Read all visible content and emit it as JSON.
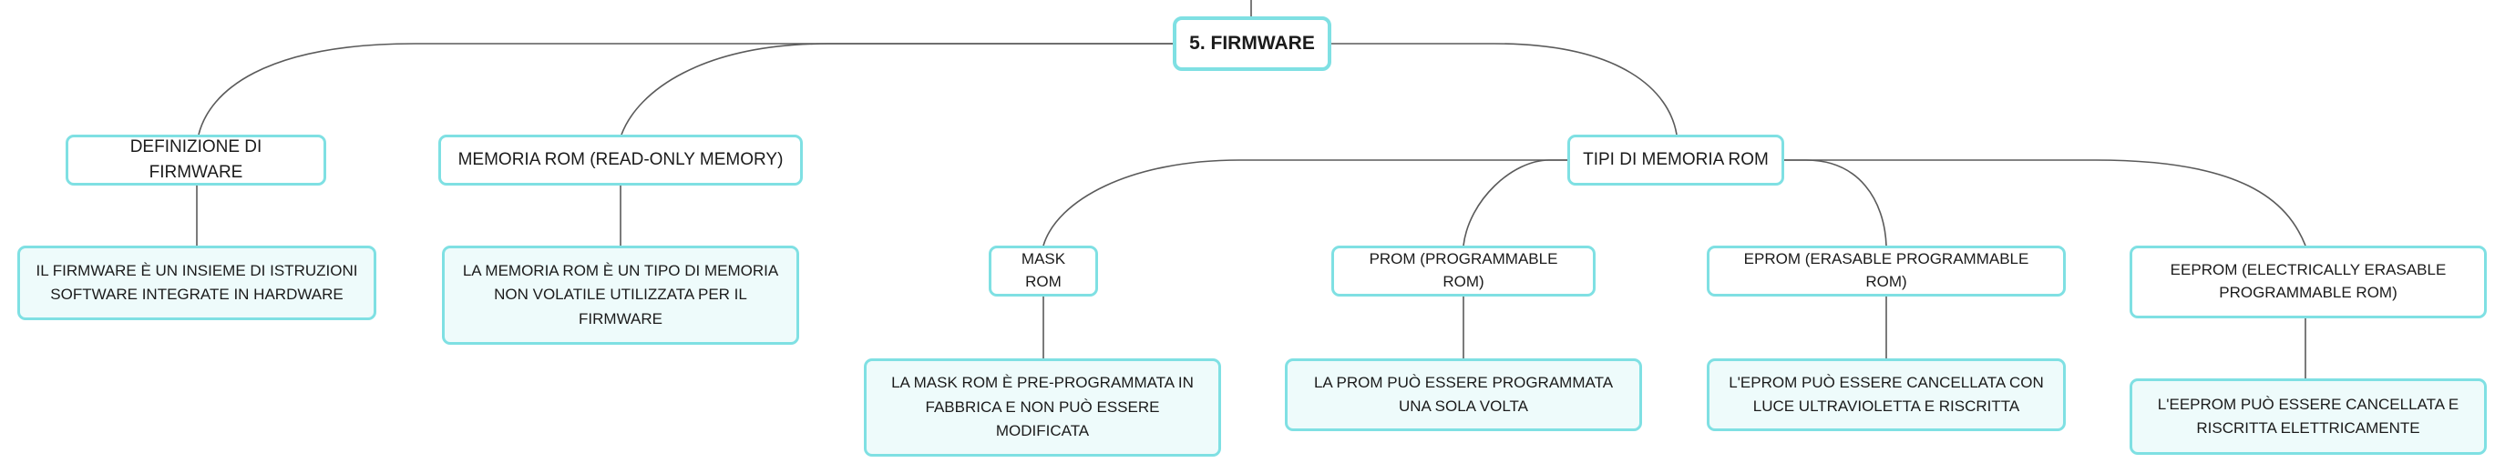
{
  "diagram": {
    "root": {
      "label": "5. FIRMWARE"
    },
    "branches": [
      {
        "label": "DEFINIZIONE DI FIRMWARE",
        "detail": "IL FIRMWARE È UN INSIEME DI ISTRUZIONI SOFTWARE INTEGRATE IN HARDWARE"
      },
      {
        "label": "MEMORIA ROM (READ-ONLY MEMORY)",
        "detail": "LA MEMORIA ROM È UN TIPO DI MEMORIA NON VOLATILE UTILIZZATA PER IL FIRMWARE"
      },
      {
        "label": "TIPI DI MEMORIA ROM",
        "children": [
          {
            "label": "MASK ROM",
            "detail": "LA MASK ROM È PRE-PROGRAMMATA IN FABBRICA E NON PUÒ ESSERE MODIFICATA"
          },
          {
            "label": "PROM (PROGRAMMABLE ROM)",
            "detail": "LA PROM PUÒ ESSERE PROGRAMMATA UNA SOLA VOLTA"
          },
          {
            "label": "EPROM (ERASABLE PROGRAMMABLE ROM)",
            "detail": "L'EPROM PUÒ ESSERE CANCELLATA CON LUCE ULTRAVIOLETTA E RISCRITTA"
          },
          {
            "label": "EEPROM (ELECTRICALLY ERASABLE PROGRAMMABLE ROM)",
            "detail": "L'EEPROM PUÒ ESSERE CANCELLATA E RISCRITTA ELETTRICAMENTE"
          }
        ]
      }
    ],
    "colors": {
      "node_border": "#7fe0e3",
      "leaf_fill": "#eefbfb",
      "connector": "#5a5a5a"
    }
  }
}
